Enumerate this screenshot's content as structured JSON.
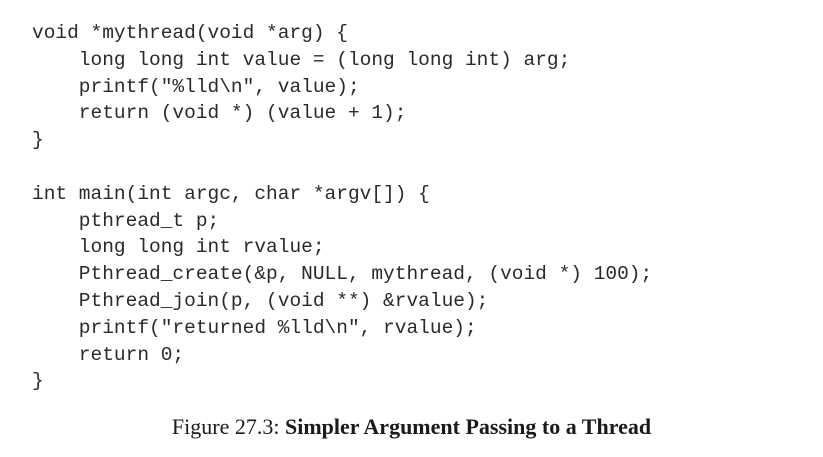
{
  "code": {
    "lines": [
      "void *mythread(void *arg) {",
      "    long long int value = (long long int) arg;",
      "    printf(\"%lld\\n\", value);",
      "    return (void *) (value + 1);",
      "}",
      "",
      "int main(int argc, char *argv[]) {",
      "    pthread_t p;",
      "    long long int rvalue;",
      "    Pthread_create(&p, NULL, mythread, (void *) 100);",
      "    Pthread_join(p, (void **) &rvalue);",
      "    printf(\"returned %lld\\n\", rvalue);",
      "    return 0;",
      "}"
    ]
  },
  "caption": {
    "label": "Figure 27.3:",
    "title": "Simpler Argument Passing to a Thread"
  }
}
